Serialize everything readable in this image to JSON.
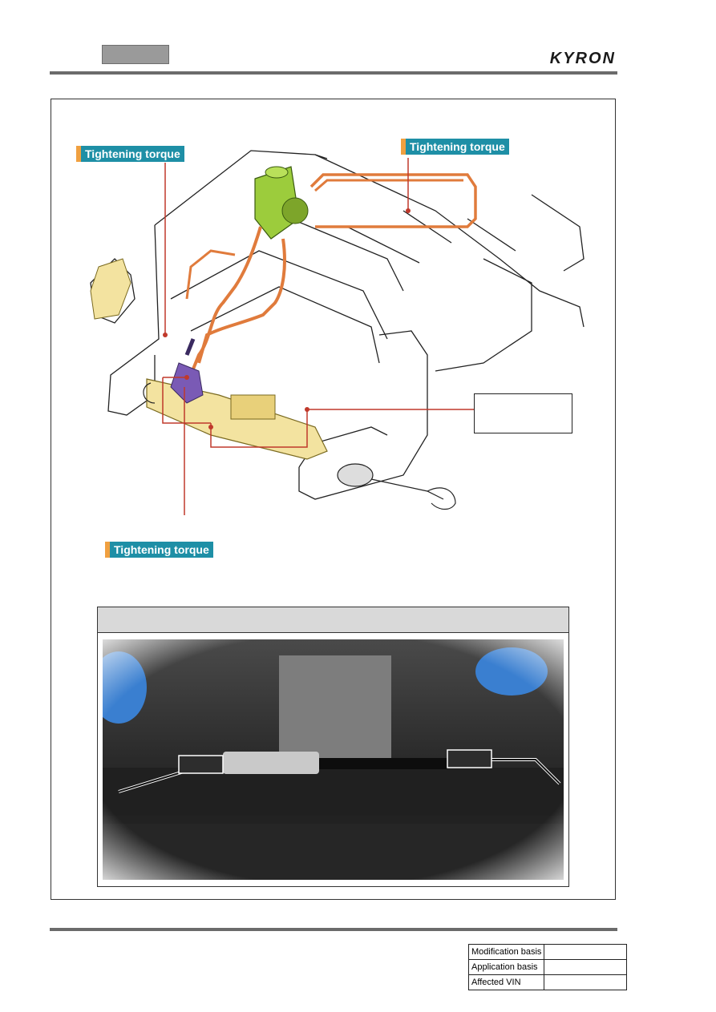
{
  "header": {
    "brand": "KYRON"
  },
  "diagram": {
    "torque_labels": [
      "Tightening torque",
      "Tightening torque",
      "Tightening torque"
    ],
    "colors": {
      "torque_bg": "#1e8fa6",
      "torque_accent": "#f0a040",
      "callout_line": "#c0392b",
      "hose": "#e07b3c",
      "reservoir": "#9ccc3c",
      "rack": "#f3e3a0",
      "valve": "#7a5ab5"
    }
  },
  "footer": {
    "info_table": [
      {
        "label": "Modification basis",
        "value": ""
      },
      {
        "label": "Application basis",
        "value": ""
      },
      {
        "label": "Affected VIN",
        "value": ""
      }
    ]
  }
}
